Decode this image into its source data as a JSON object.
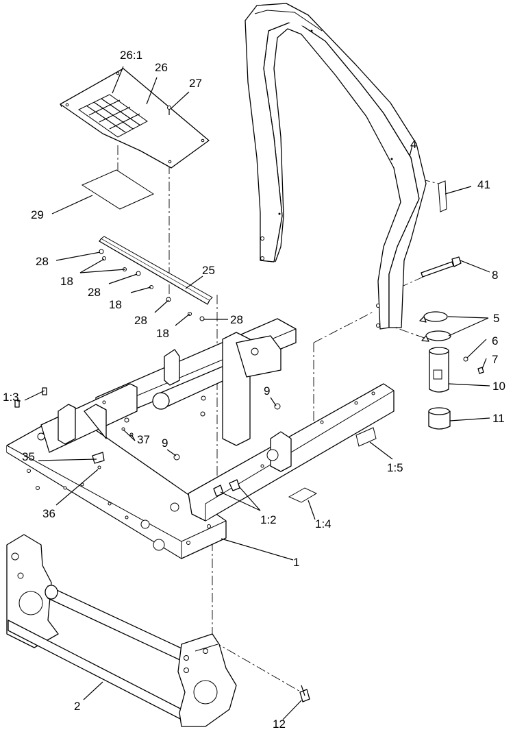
{
  "diagram": {
    "callouts": {
      "c26_1": "26:1",
      "c26": "26",
      "c27": "27",
      "c29": "29",
      "c28a": "28",
      "c18a": "18",
      "c28b": "28",
      "c25": "25",
      "c18b": "18",
      "c28c": "28",
      "c18c": "18",
      "c28d": "28",
      "c4": "4",
      "c41": "41",
      "c8": "8",
      "c5": "5",
      "c6": "6",
      "c7": "7",
      "c10": "10",
      "c11": "11",
      "c9a": "9",
      "c1_3": "1:3",
      "c37": "37",
      "c9b": "9",
      "c35": "35",
      "c36": "36",
      "c1_5": "1:5",
      "c1_2": "1:2",
      "c1_4": "1:4",
      "c1": "1",
      "c2": "2",
      "c12": "12"
    }
  }
}
